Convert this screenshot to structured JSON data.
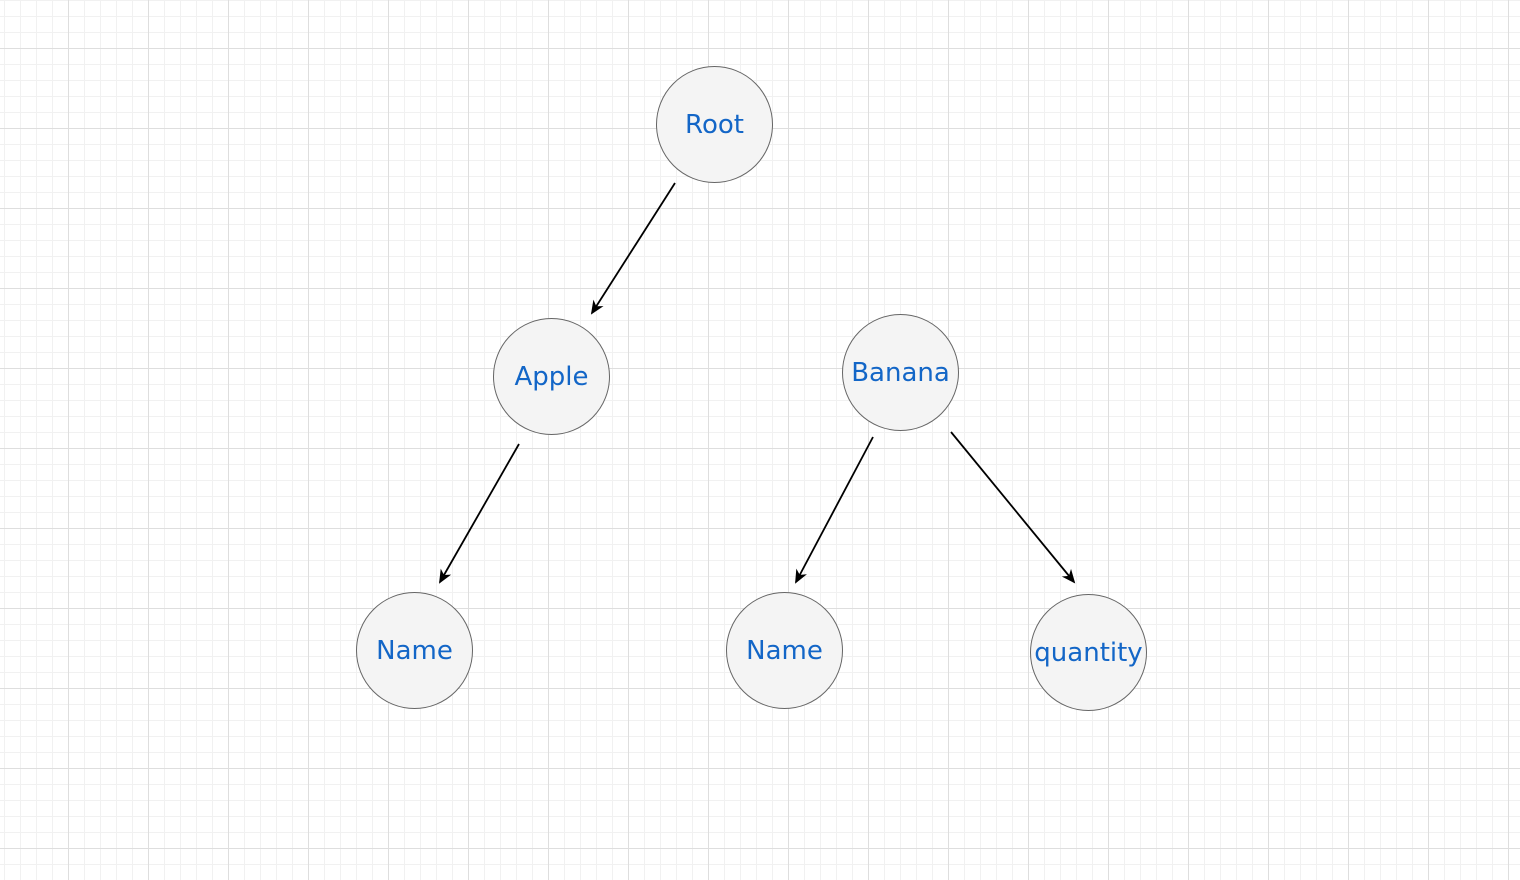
{
  "diagram": {
    "type": "tree",
    "colors": {
      "node_fill": "#f4f4f4",
      "node_stroke": "#666666",
      "label": "#1366c7",
      "edge": "#000000",
      "grid_major": "#dedede",
      "grid_minor": "#f1f1f1"
    },
    "nodes": {
      "root": "Root",
      "apple": "Apple",
      "banana": "Banana",
      "apple_name": "Name",
      "banana_name": "Name",
      "banana_quantity": "quantity"
    },
    "edges": [
      {
        "from": "root",
        "to": "apple"
      },
      {
        "from": "apple",
        "to": "apple_name"
      },
      {
        "from": "banana",
        "to": "banana_name"
      },
      {
        "from": "banana",
        "to": "banana_quantity"
      }
    ]
  }
}
